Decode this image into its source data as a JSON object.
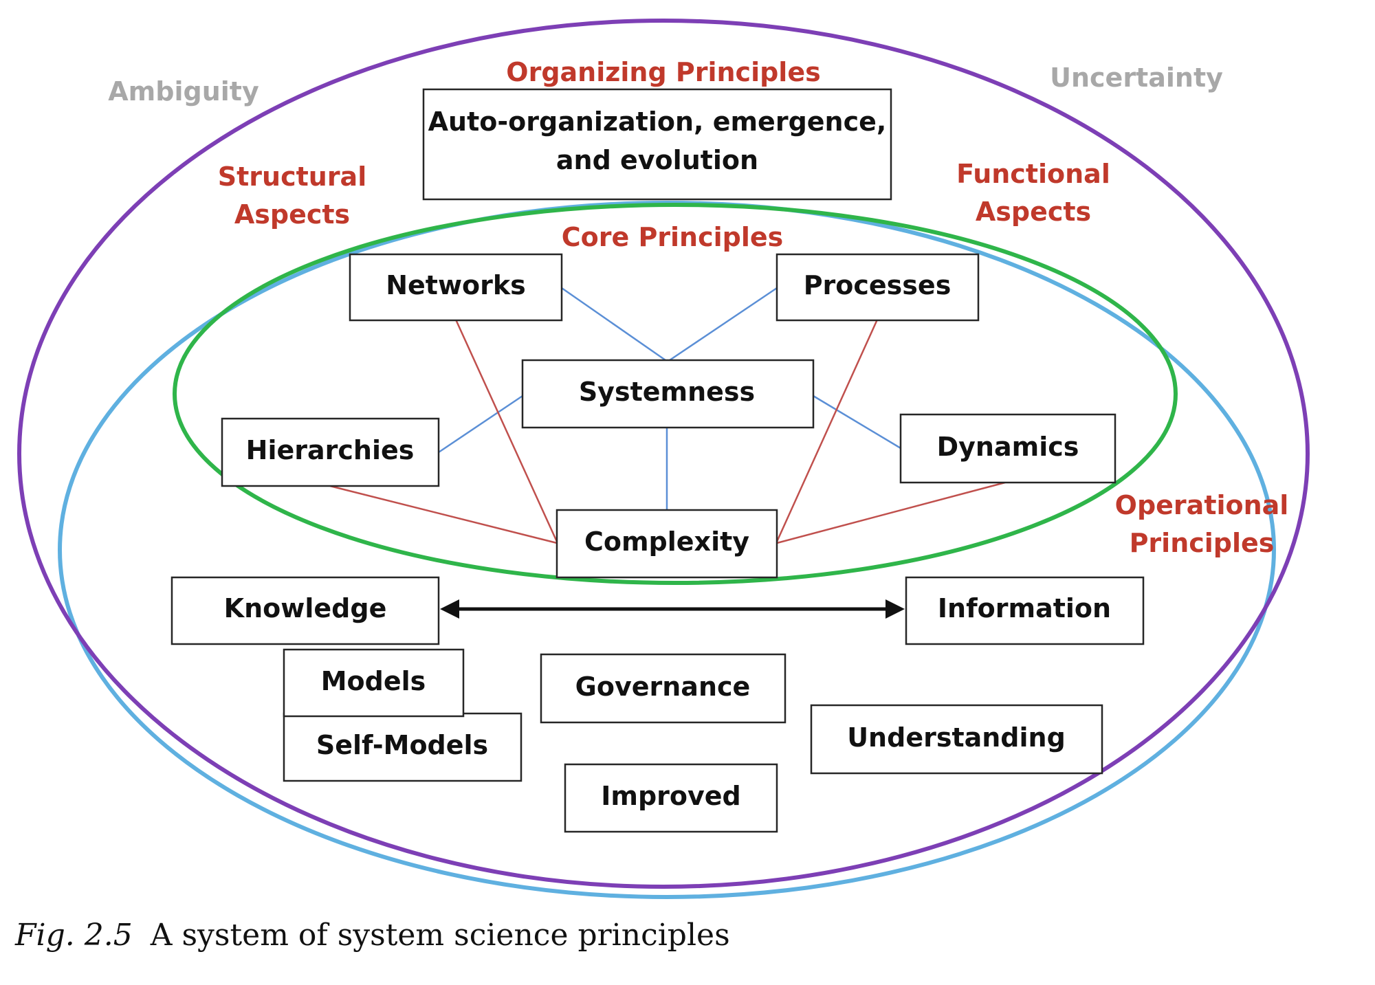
{
  "context": {
    "left": "Ambiguity",
    "right": "Uncertainty"
  },
  "aspects": {
    "organizing": "Organizing Principles",
    "structural": [
      "Structural",
      "Aspects"
    ],
    "functional": [
      "Functional",
      "Aspects"
    ],
    "core": "Core Principles",
    "operational": [
      "Operational",
      "Principles"
    ]
  },
  "boxes": {
    "auto_org": [
      "Auto-organization, emergence,",
      "and evolution"
    ],
    "networks": "Networks",
    "processes": "Processes",
    "systemness": "Systemness",
    "hierarchies": "Hierarchies",
    "dynamics": "Dynamics",
    "complexity": "Complexity",
    "knowledge": "Knowledge",
    "information": "Information",
    "models": "Models",
    "self_models": "Self-Models",
    "governance": "Governance",
    "understanding": "Understanding",
    "improved": "Improved"
  },
  "caption": {
    "figure": "Fig. 2.5",
    "text": "A system of system science principles"
  },
  "colors": {
    "outer_ellipse": "#7d3fb5",
    "operational_ellipse": "#5fb0e0",
    "core_ellipse": "#2fb54a",
    "blue_link": "#5b8fd6",
    "red_link": "#c0504d",
    "aspect_text": "#c0392b",
    "context_text": "#a8a8a8"
  }
}
